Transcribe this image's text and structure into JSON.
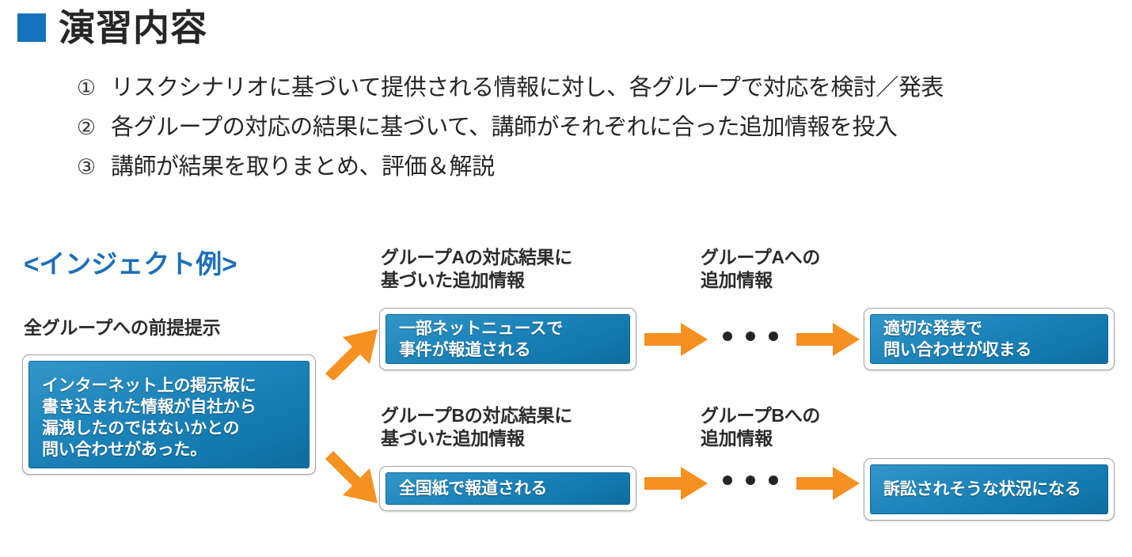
{
  "slide": {
    "title": "演習内容",
    "title_marker_color": "#1573be",
    "accent_color": "#1d6fb8",
    "box_color": "#1e86bc",
    "arrow_color": "#f59120"
  },
  "bullets": [
    {
      "num": "①",
      "text": "リスクシナリオに基づいて提供される情報に対し、各グループで対応を検討／発表"
    },
    {
      "num": "②",
      "text": "各グループの対応の結果に基づいて、講師がそれぞれに合った追加情報を投入"
    },
    {
      "num": "③",
      "text": "講師が結果を取りまとめ、評価＆解説"
    }
  ],
  "diagram": {
    "heading": "<インジェクト例>",
    "captions": {
      "premise": "全グループへの前提提示",
      "group_a_result": "グループAの対応結果に\n基づいた追加情報",
      "group_a_add": "グループAへの\n追加情報",
      "group_b_result": "グループBの対応結果に\n基づいた追加情報",
      "group_b_add": "グループBへの\n追加情報"
    },
    "boxes": {
      "premise": "インターネット上の掲示板に\n書き込まれた情報が自社から\n漏洩したのではないかとの\n問い合わせがあった。",
      "group_a_step1": "一部ネットニュースで\n事件が報道される",
      "group_a_step2": "適切な発表で\n問い合わせが収まる",
      "group_b_step1": "全国紙で報道される",
      "group_b_step2": "訴訟されそうな状況になる"
    },
    "ellipsis": "•••"
  }
}
